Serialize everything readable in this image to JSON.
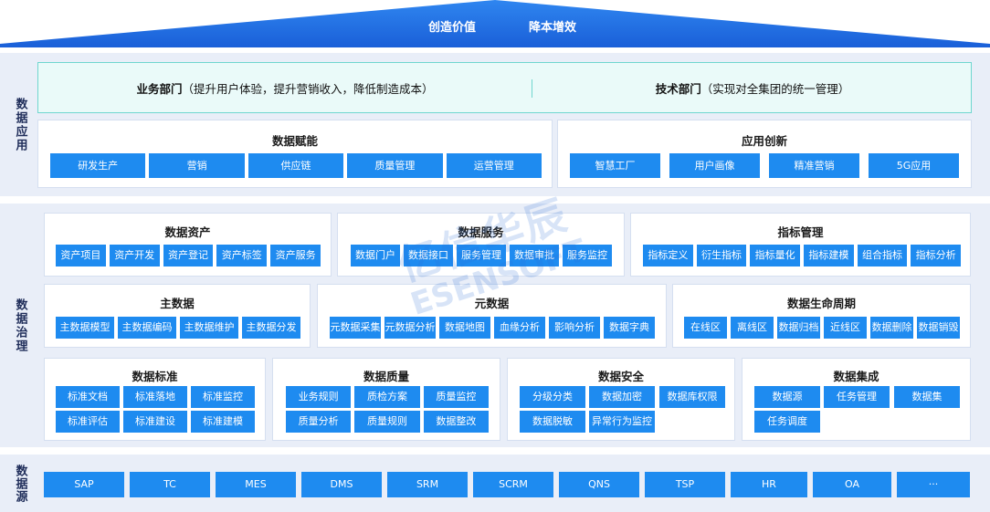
{
  "top": {
    "left": "创造价值",
    "right": "降本增效"
  },
  "app": {
    "label": "数据应用",
    "biz": {
      "bold": "业务部门",
      "note": "（提升用户体验，提升营销收入，降低制造成本）"
    },
    "tech": {
      "bold": "技术部门",
      "note": "（实现对全集团的统一管理）"
    },
    "enable": {
      "title": "数据赋能",
      "items": [
        "研发生产",
        "营销",
        "供应链",
        "质量管理",
        "运营管理"
      ]
    },
    "innov": {
      "title": "应用创新",
      "items": [
        "智慧工厂",
        "用户画像",
        "精准营销",
        "5G应用"
      ]
    }
  },
  "gov": {
    "label": "数据治理",
    "assets": {
      "title": "数据资产",
      "items": [
        "资产项目",
        "资产开发",
        "资产登记",
        "资产标签",
        "资产服务"
      ]
    },
    "services": {
      "title": "数据服务",
      "items": [
        "数据门户",
        "数据接口",
        "服务管理",
        "数据审批",
        "服务监控"
      ]
    },
    "metrics": {
      "title": "指标管理",
      "items": [
        "指标定义",
        "衍生指标",
        "指标量化",
        "指标建模",
        "组合指标",
        "指标分析"
      ]
    },
    "master": {
      "title": "主数据",
      "items": [
        "主数据模型",
        "主数据编码",
        "主数据维护",
        "主数据分发"
      ]
    },
    "meta": {
      "title": "元数据",
      "items": [
        "元数据采集",
        "元数据分析",
        "数据地图",
        "血缘分析",
        "影响分析",
        "数据字典"
      ]
    },
    "lifecycle": {
      "title": "数据生命周期",
      "items": [
        "在线区",
        "离线区",
        "数据归档",
        "近线区",
        "数据删除",
        "数据销毁"
      ]
    },
    "standard": {
      "title": "数据标准",
      "items": [
        "标准文档",
        "标准落地",
        "标准监控",
        "标准评估",
        "标准建设",
        "标准建模"
      ]
    },
    "quality": {
      "title": "数据质量",
      "items": [
        "业务规则",
        "质检方案",
        "质量监控",
        "质量分析",
        "质量规则",
        "数据整改"
      ]
    },
    "security": {
      "title": "数据安全",
      "items": [
        "分级分类",
        "数据加密",
        "数据库权限",
        "数据脱敏",
        "异常行为监控"
      ]
    },
    "integration": {
      "title": "数据集成",
      "items": [
        "数据源",
        "任务管理",
        "数据集",
        "任务调度"
      ]
    }
  },
  "source": {
    "label": "数据源",
    "items": [
      "SAP",
      "TC",
      "MES",
      "DMS",
      "SRM",
      "SCRM",
      "QNS",
      "TSP",
      "HR",
      "OA",
      "···"
    ]
  },
  "watermark": {
    "cn": "亿信华辰",
    "en": "ESENSOFT"
  },
  "colors": {
    "chip": "#1e8bf0",
    "band": "#e9eef8",
    "roof": "#1e6fe0",
    "banner_border": "#6fd6cf"
  }
}
